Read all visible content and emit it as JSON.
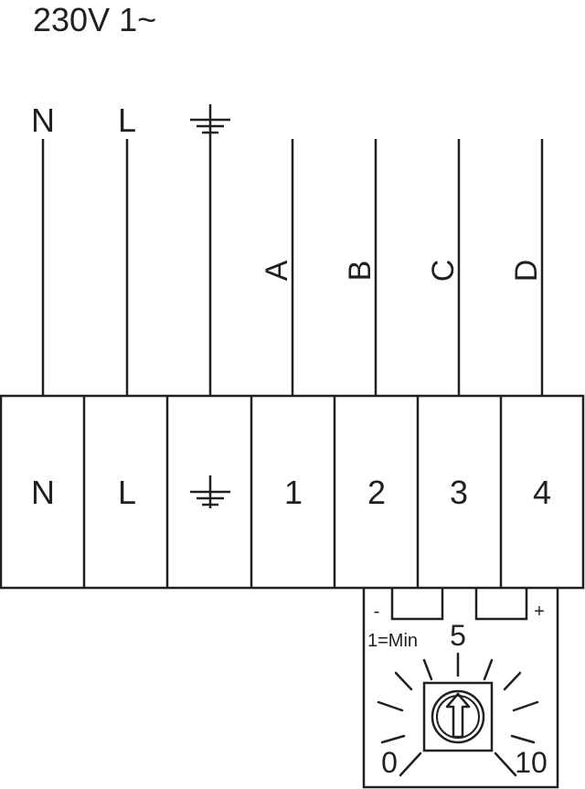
{
  "supply_label": "230V 1~",
  "incoming": [
    {
      "label": "N",
      "kind": "text"
    },
    {
      "label": "L",
      "kind": "text"
    },
    {
      "label": "",
      "kind": "earth"
    }
  ],
  "outputs": [
    {
      "label": "A"
    },
    {
      "label": "B"
    },
    {
      "label": "C"
    },
    {
      "label": "D"
    }
  ],
  "terminals": [
    {
      "label": "N",
      "kind": "text"
    },
    {
      "label": "L",
      "kind": "text"
    },
    {
      "label": "",
      "kind": "earth"
    },
    {
      "label": "1",
      "kind": "text"
    },
    {
      "label": "2",
      "kind": "text"
    },
    {
      "label": "3",
      "kind": "text"
    },
    {
      "label": "4",
      "kind": "text"
    }
  ],
  "potentiometer": {
    "minus_label": "-",
    "plus_label": "+",
    "min_note": "1=Min",
    "mid_label": "5",
    "low_label": "0",
    "high_label": "10"
  },
  "colors": {
    "line": "#231f20",
    "background": "#ffffff"
  }
}
